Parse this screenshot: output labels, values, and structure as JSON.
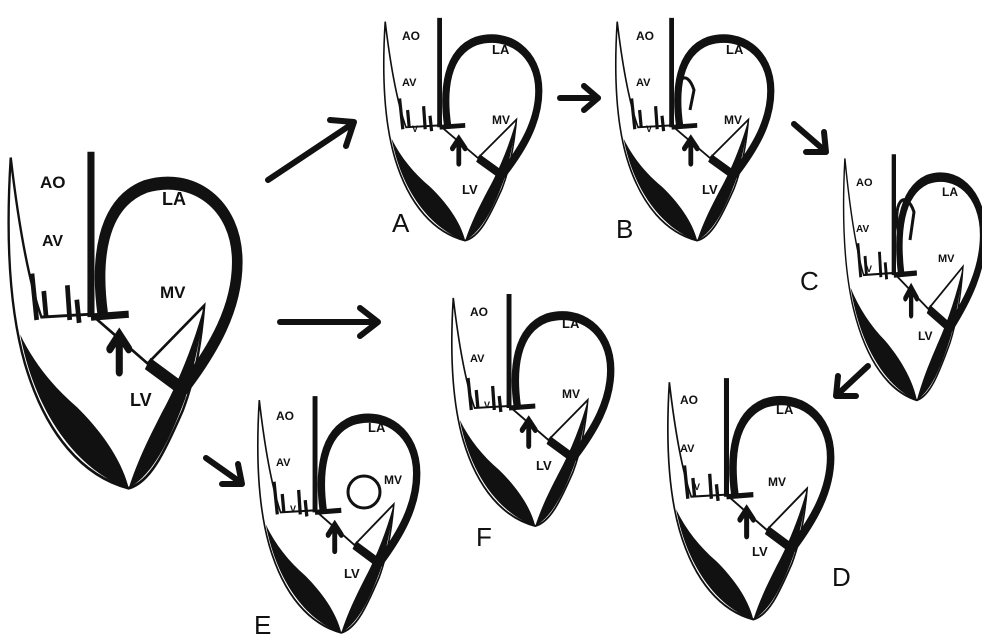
{
  "colors": {
    "ink": "#111111",
    "background": "#ffffff"
  },
  "structure_labels": {
    "aorta": "AO",
    "left_atrium": "LA",
    "aortic_valve": "AV",
    "mitral_valve": "MV",
    "left_ventricle": "LV",
    "valve_v": "V"
  },
  "panels": [
    {
      "id": "main",
      "letter": ""
    },
    {
      "id": "A",
      "letter": "A"
    },
    {
      "id": "B",
      "letter": "B"
    },
    {
      "id": "C",
      "letter": "C"
    },
    {
      "id": "D",
      "letter": "D"
    },
    {
      "id": "E",
      "letter": "E"
    },
    {
      "id": "F",
      "letter": "F"
    }
  ]
}
